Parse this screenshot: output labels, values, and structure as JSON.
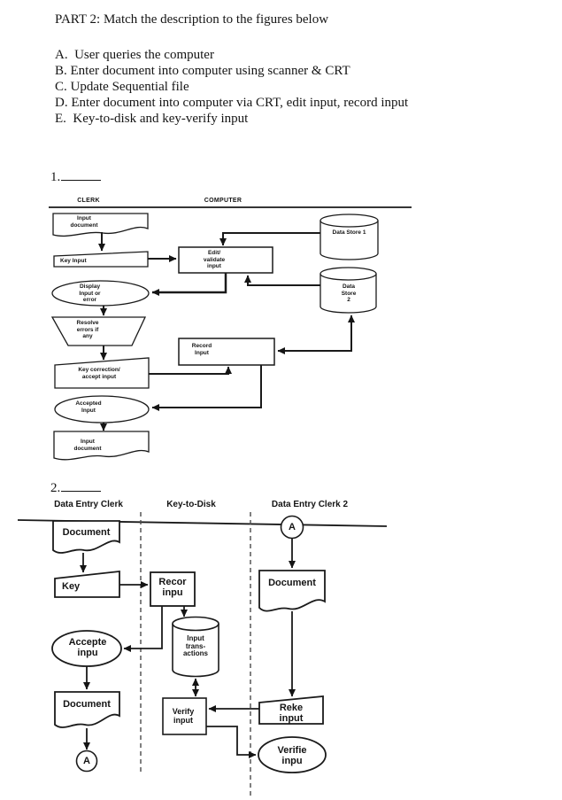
{
  "header": {
    "title": "PART 2: Match the description to the figures below",
    "options": [
      "A.  User queries the computer",
      "B. Enter document into computer using scanner & CRT",
      "C. Update Sequential file",
      "D. Enter document into computer via CRT, edit input, record input",
      "E.  Key-to-disk and key-verify input"
    ]
  },
  "fig1": {
    "number": "1.",
    "lanes": {
      "clerk": "CLERK",
      "computer": "COMPUTER"
    },
    "nodes": {
      "input_document_top": "Input\ndocument",
      "key_input": "Key Input",
      "display_input_or_error": "Display\nInput or\nerror",
      "resolve_errors": "Resolve\nerrors if\nany",
      "key_correction": "Key correction/\naccept input",
      "accepted_input": "Accepted\nInput",
      "input_document_bottom": "Input\ndocument",
      "edit_validate_input": "Edit/\nvalidate\ninput",
      "record_input": "Record\nInput",
      "data_store_1": "Data Store 1",
      "data_store_2": "Data\nStore\n2"
    }
  },
  "fig2": {
    "number": "2.",
    "lanes": {
      "left": "Data Entry Clerk",
      "middle": "Key-to-Disk",
      "right": "Data Entry Clerk 2"
    },
    "nodes": {
      "document_top": "Document",
      "key": "Key",
      "record_input": "Recor\ninpu",
      "input_transactions": "Input\ntrans-\nactions",
      "accepted_input": "Accepte\ninpu",
      "document_bottom": "Document",
      "connector_a_left": "A",
      "verify_input": "Verify\ninput",
      "rekey_input": "Reke\ninput",
      "verified_input": "Verifie\ninpu",
      "connector_a_right": "A",
      "document_right": "Document"
    }
  }
}
